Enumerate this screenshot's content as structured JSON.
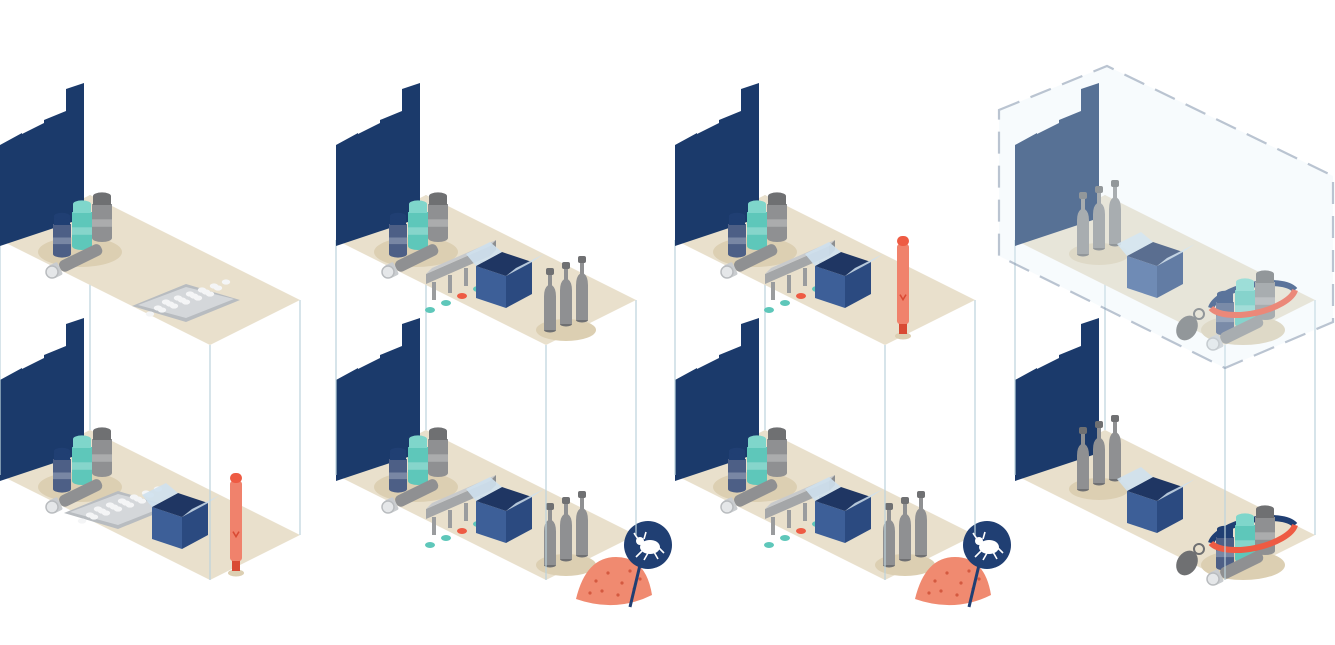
{
  "scene": {
    "type": "isometric-illustration",
    "panel_count": 4,
    "tiers_per_panel": 2,
    "visible_text": []
  },
  "palette": {
    "background": "#ffffff",
    "floor": "#e9e0cc",
    "floor_shadow": "#dccfb2",
    "factory": "#1b3a6b",
    "navy": "#203f73",
    "box": "#3d5f98",
    "box_dark": "#2b4a80",
    "box_lid": "#cfe1ee",
    "grey": "#8f9092",
    "grey_dark": "#6f7072",
    "teal": "#5ec7ba",
    "coral": "#ee5b43",
    "coral_light": "#f0826c",
    "glass": "#e4f1f7",
    "glass_line": "#bcd3dc",
    "dash": "#8295ad"
  },
  "panels": [
    {
      "id": "panel-1",
      "upper": [
        "factory-silhouette",
        "pill-bottles",
        "syringe",
        "blister-pack"
      ],
      "lower": [
        "factory-silhouette",
        "pill-bottles",
        "syringe",
        "blister-pack",
        "open-box",
        "marker-pen"
      ]
    },
    {
      "id": "panel-2",
      "upper": [
        "factory-silhouette",
        "pill-bottles",
        "syringe",
        "filling-machine",
        "open-box",
        "vials"
      ],
      "lower": [
        "factory-silhouette",
        "pill-bottles",
        "syringe",
        "filling-machine",
        "open-box",
        "vials",
        "dust-pile",
        "mite-pin"
      ]
    },
    {
      "id": "panel-3",
      "upper": [
        "factory-silhouette",
        "pill-bottles",
        "syringe",
        "filling-machine",
        "open-box",
        "marker-pen"
      ],
      "lower": [
        "factory-silhouette",
        "pill-bottles",
        "syringe",
        "filling-machine",
        "open-box",
        "vials",
        "dust-pile",
        "mite-pin"
      ]
    },
    {
      "id": "panel-4",
      "upper": [
        "factory-silhouette",
        "vials",
        "open-box",
        "pill-bottles",
        "syringe",
        "orbit-ring",
        "tag"
      ],
      "lower": [
        "factory-silhouette",
        "vials",
        "open-box",
        "pill-bottles",
        "syringe",
        "orbit-ring",
        "tag"
      ],
      "highlight": "upper-tier-dashed-enclosure"
    }
  ]
}
